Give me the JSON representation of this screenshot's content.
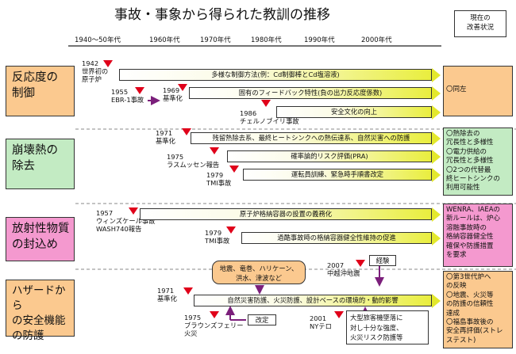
{
  "title": "事故・事象から得られた教訓の推移",
  "eras": [
    "1940～50年代",
    "1960年代",
    "1970年代",
    "1980年代",
    "1990年代",
    "2000年代"
  ],
  "status_header": [
    "現在の",
    "改善状況"
  ],
  "categories": [
    {
      "lines": [
        "反応度の",
        "制御"
      ],
      "color": "#fbc98f"
    },
    {
      "lines": [
        "崩壊熱の",
        "除去"
      ],
      "color": "#c3ebc3"
    },
    {
      "lines": [
        "放射性物質",
        "の封込め"
      ],
      "color": "#f499cf"
    },
    {
      "lines": [
        "ハザードから",
        "の安全機能",
        "の防護"
      ],
      "color": "#fbc98f"
    }
  ],
  "events": {
    "e1942": [
      "1942",
      "世界初の",
      "原子炉"
    ],
    "e1955": [
      "1955",
      "EBR-1事故"
    ],
    "e1969": [
      "1969",
      "基準化"
    ],
    "e1986": [
      "1986",
      "チェルノブイリ事故"
    ],
    "e1971a": [
      "1971",
      "基準化"
    ],
    "e1975a": [
      "1975",
      "ラスムッセン報告"
    ],
    "e1979a": [
      "1979",
      "TMI事故"
    ],
    "e1957": [
      "1957",
      "ウィンズケール事故",
      "WASH740報告"
    ],
    "e1979b": [
      "1979",
      "TMI事故"
    ],
    "e2007": [
      "2007",
      "中越沖地震"
    ],
    "e1971b": [
      "1971",
      "基準化"
    ],
    "e1975b": [
      "1975",
      "ブラウンズフェリー",
      "火災"
    ],
    "e2001": [
      "2001",
      "NYテロ"
    ]
  },
  "bars": {
    "b1": "多様な制御方法(例：Cd制御棒とCd塩溶液)",
    "b2": "固有のフィードバック特性(負の出力反応度係数)",
    "b3": "安全文化の向上",
    "b4": "残留熱除去系、最終ヒートシンクへの熱伝達系、自然災害への防護",
    "b5": "確率論的リスク評価(PRA)",
    "b6": "運転員訓練、緊急時手順書改定",
    "b7": "原子炉格納容器の設置の義務化",
    "b8": "過酷事故時の格納容器健全性維持の促進",
    "b9": "自然災害防護、火災防護、設計ベースの環境的・動的影響"
  },
  "boxes": {
    "hazards": [
      "地震、竜巻、ハリケーン、",
      "洪水、津波など"
    ],
    "experience": "経験",
    "revision": "改定",
    "terror": [
      "大型旅客機墜落に",
      "対し十分な強度、",
      "火災リスク防護等"
    ]
  },
  "statuses": {
    "s1": [
      "〇同左"
    ],
    "s2": [
      "〇熱除去の",
      "冗長性と多様性",
      "〇電力供給の",
      "冗長性と多様性",
      "〇2つの代替最",
      "終ヒートシンクの",
      "利用可能性"
    ],
    "s3": [
      "WENRA、IAEAの",
      "新ルールは、炉心",
      "溶融事故時の",
      "格納容器健全性",
      "確保や防護措置",
      "を要求"
    ],
    "s4": [
      "〇第3世代炉へ",
      "の反映",
      "〇地震、火災等",
      "の防護の信頼性",
      "達成",
      "〇福島事故後の",
      "安全再評価(ストレ",
      "ステスト)"
    ]
  },
  "colors": {
    "bar_end": "#e9ee3e",
    "marker": "#e0001a",
    "hazard_box": "#fbc98f",
    "connector": "#7b1f7b",
    "status_green": "#c3ebc3",
    "status_orange": "#fbc98f",
    "status_pink": "#f499cf"
  }
}
